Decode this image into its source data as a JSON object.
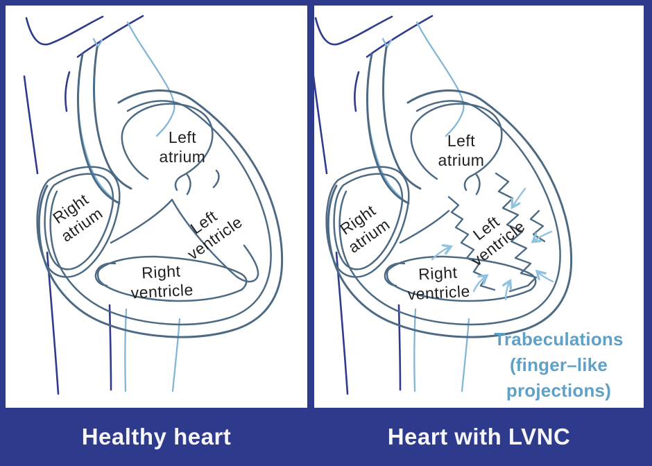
{
  "figure": {
    "type": "medical-comparison-diagram",
    "subject": "Healthy heart vs heart with left ventricular non-compaction (LVNC)"
  },
  "colors": {
    "frame_navy": "#2e3a8c",
    "panel_background": "#ffffff",
    "heart_wall_slate": "#4d6a85",
    "vessel_navy": "#2e3a8c",
    "vessel_light_blue": "#82b6d8",
    "arrow_light_blue": "#8fc2de",
    "chamber_label_text": "#1f1f1f",
    "caption_text": "#f5f5fa",
    "annotation_text": "#5fa0c7"
  },
  "chamber_labels": {
    "left_atrium_line1": "Left",
    "left_atrium_line2": "atrium",
    "right_atrium_line1": "Right",
    "right_atrium_line2": "atrium",
    "left_ventricle_line1": "Left",
    "left_ventricle_line2": "ventricle",
    "right_ventricle_line1": "Right",
    "right_ventricle_line2": "ventricle"
  },
  "panels": {
    "healthy": {
      "caption": "Healthy heart"
    },
    "lvnc": {
      "caption": "Heart with LVNC",
      "annotation_line1": "Trabeculations",
      "annotation_line2": "(finger–like",
      "annotation_line3": "projections)"
    }
  }
}
